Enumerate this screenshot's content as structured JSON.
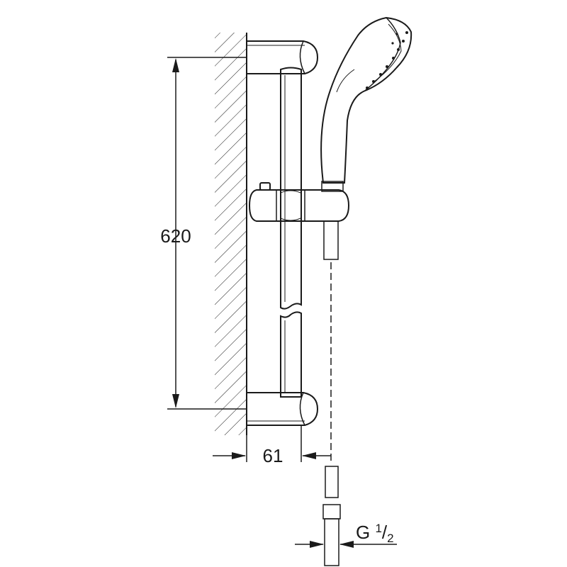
{
  "diagram": {
    "dimensions": {
      "height": "620",
      "projection": "61",
      "thread_main": "G ",
      "thread_num": "1",
      "thread_slash": "/",
      "thread_den": "2"
    },
    "colors": {
      "line": "#1a1a1a",
      "background": "#ffffff"
    }
  }
}
